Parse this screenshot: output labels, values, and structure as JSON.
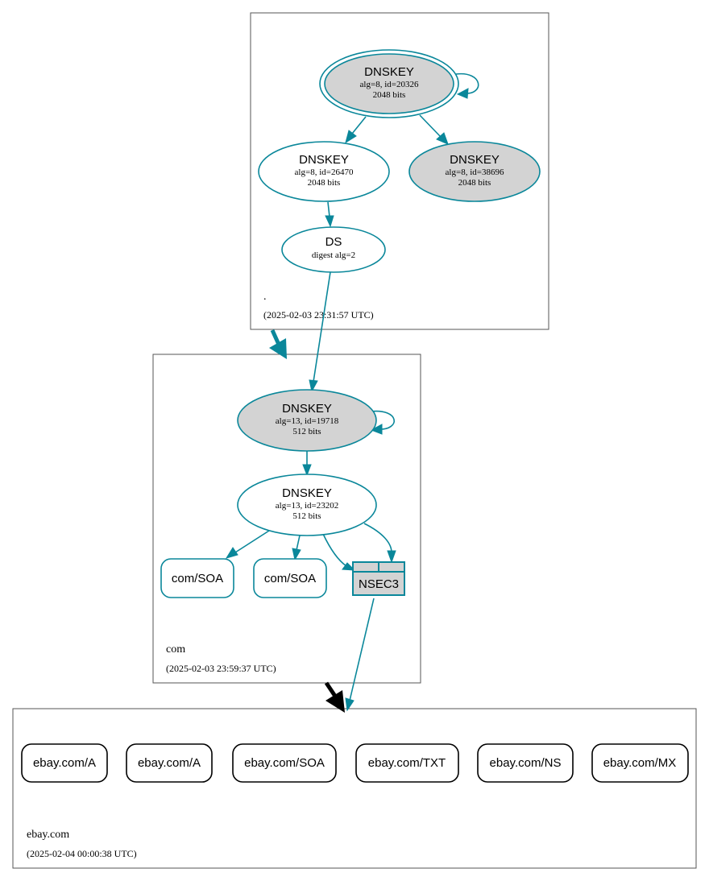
{
  "colors": {
    "teal": "#0a879a",
    "key_fill": "#d3d3d3",
    "black": "#000000"
  },
  "zones": {
    "root": {
      "name": ".",
      "time": "(2025-02-03 23:31:57 UTC)"
    },
    "com": {
      "name": "com",
      "time": "(2025-02-03 23:59:37 UTC)"
    },
    "ebay": {
      "name": "ebay.com",
      "time": "(2025-02-04 00:00:38 UTC)"
    }
  },
  "nodes": {
    "root_ksk": {
      "title": "DNSKEY",
      "line1": "alg=8, id=20326",
      "line2": "2048 bits"
    },
    "root_zsk1": {
      "title": "DNSKEY",
      "line1": "alg=8, id=26470",
      "line2": "2048 bits"
    },
    "root_zsk2": {
      "title": "DNSKEY",
      "line1": "alg=8, id=38696",
      "line2": "2048 bits"
    },
    "ds": {
      "title": "DS",
      "line1": "digest alg=2"
    },
    "com_ksk": {
      "title": "DNSKEY",
      "line1": "alg=13, id=19718",
      "line2": "512 bits"
    },
    "com_zsk": {
      "title": "DNSKEY",
      "line1": "alg=13, id=23202",
      "line2": "512 bits"
    },
    "com_soa1": {
      "label": "com/SOA"
    },
    "com_soa2": {
      "label": "com/SOA"
    },
    "nsec3": {
      "label": "NSEC3"
    }
  },
  "ebay_records": [
    "ebay.com/A",
    "ebay.com/A",
    "ebay.com/SOA",
    "ebay.com/TXT",
    "ebay.com/NS",
    "ebay.com/MX"
  ]
}
